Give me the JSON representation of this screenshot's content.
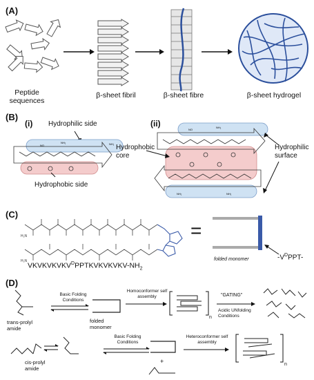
{
  "panel_a": {
    "label": "(A)",
    "captions": {
      "peptide": "Peptide sequences",
      "fibril": "β-sheet fibril",
      "fibre": "β-sheet fibre",
      "hydrogel": "β-sheet hydrogel"
    }
  },
  "panel_b": {
    "label": "(B)",
    "sub_i": "(i)",
    "sub_ii": "(ii)",
    "hydrophilic_side": "Hydrophilic side",
    "hydrophobic_side": "Hydrophobic side",
    "hydrophobic_core": "Hydrophobic core",
    "hydrophilic_surface": "Hydrophilic surface",
    "colors": {
      "hydrophilic": "#cfe2f3",
      "hydrophobic": "#f4cccc"
    }
  },
  "panel_c": {
    "label": "(C)",
    "sequence_prefix": "VKVKVKVKV",
    "sequence_super": "D",
    "sequence_suffix": "PPTKVKVKVKV-NH",
    "sequence_sub": "2",
    "equals": "=",
    "folded_monomer": "folded monomer",
    "turn_prefix": "-V",
    "turn_super": "D",
    "turn_suffix": "PPT-",
    "colors": {
      "turn": "#3a5aa8"
    }
  },
  "panel_d": {
    "label": "(D)",
    "basic_folding_1": "Basic Folding Conditions",
    "trans_prolyl": "trans-prolyl amide",
    "folded_monomer": "folded monomer",
    "homoconformer": "Homoconformer self assembly",
    "n1": "n",
    "gating": "\"GATING\"",
    "acidic": "Acidic UNfolding Conditions",
    "basic_folding_2": "Basic Folding Conditions",
    "cis_prolyl": "cis-prolyl amide",
    "plus": "+",
    "heteroconformer": "Heteroconformer self assembly",
    "n2": "n"
  }
}
